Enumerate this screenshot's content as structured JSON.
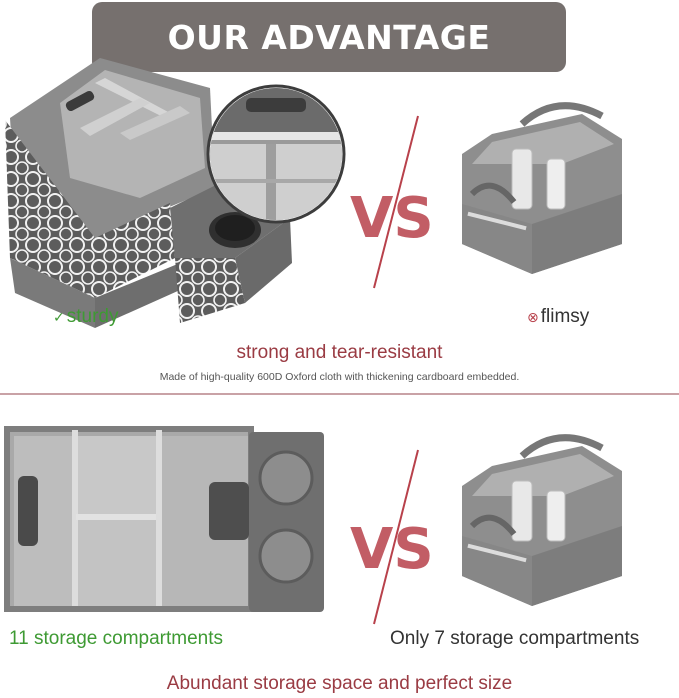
{
  "banner": {
    "title": "OUR ADVANTAGE"
  },
  "comparison_top": {
    "ours_label": "sturdy",
    "ours_mark": "✓",
    "theirs_label": "flimsy",
    "theirs_mark": "⊗",
    "vs": "VS",
    "headline": "strong and tear-resistant",
    "description": "Made of high-quality 600D Oxford cloth with thickening cardboard embedded."
  },
  "comparison_bottom": {
    "ours_label": "11 storage compartments",
    "theirs_label": "Only 7 storage compartments",
    "vs": "VS",
    "headline": "Abundant storage space and perfect size"
  },
  "colors": {
    "banner_bg": "#76706e",
    "good_text": "#3e9a33",
    "headline": "#9a3b43",
    "vs_red": "#b8414b",
    "divider": "#c9a2a6",
    "organizer_gray": "#8a8a8a"
  }
}
